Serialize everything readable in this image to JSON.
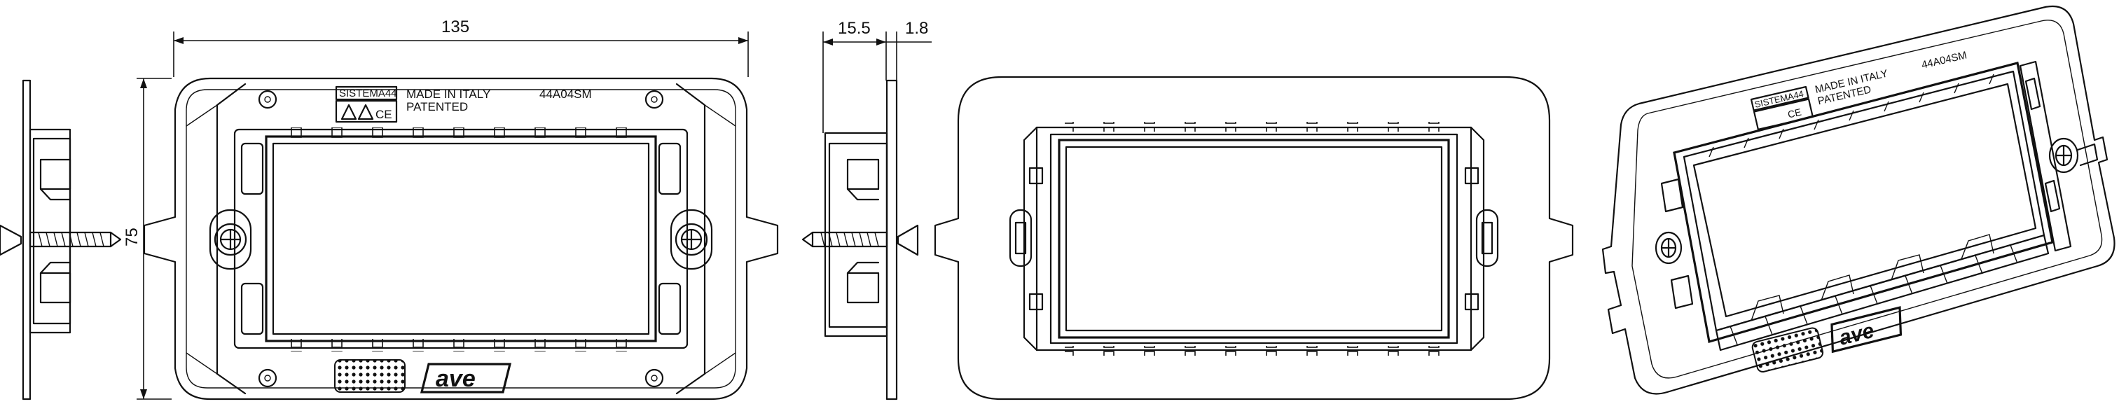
{
  "dimensions": {
    "width": "135",
    "height": "75",
    "depth": "15.5",
    "plate": "1.8"
  },
  "plate_markings": {
    "brand_box": "SISTEMA44",
    "made_in": "MADE IN ITALY",
    "patented": "PATENTED",
    "model": "44A04SM",
    "ce": "CE"
  },
  "logo": {
    "text": "ave"
  }
}
